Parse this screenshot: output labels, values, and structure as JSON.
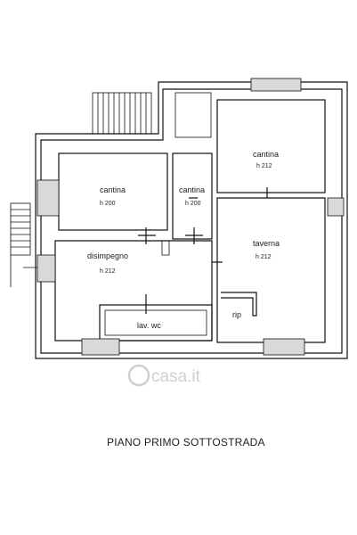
{
  "rooms": {
    "cantina_left": {
      "name": "cantina",
      "height": "h 200"
    },
    "cantina_mid": {
      "name": "cantina",
      "height": "h 200"
    },
    "cantina_right": {
      "name": "cantina",
      "height": "h 212"
    },
    "disimpegno": {
      "name": "disimpegno",
      "height": "h 212"
    },
    "taverna": {
      "name": "taverna",
      "height": "h 212"
    },
    "lav_wc": {
      "name": "lav. wc"
    },
    "rip": {
      "name": "rip"
    }
  },
  "watermark": "casa.it",
  "caption": "PIANO PRIMO SOTTOSTRADA"
}
